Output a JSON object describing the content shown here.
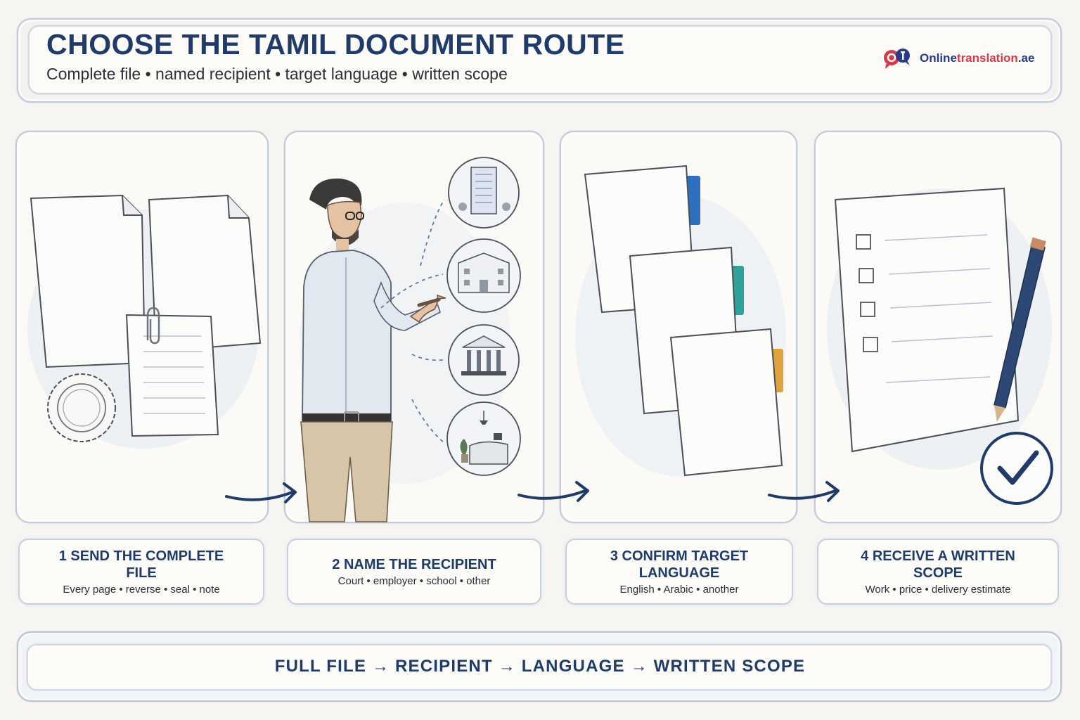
{
  "header": {
    "title": "CHOOSE THE TAMIL DOCUMENT ROUTE",
    "subtitle": "Complete file • named recipient • target language • written scope",
    "brand_prefix": "Online",
    "brand_accent": "translation",
    "brand_suffix": ".ae"
  },
  "steps": [
    {
      "title": "1 SEND THE COMPLETE FILE",
      "detail": "Every page • reverse • seal • note"
    },
    {
      "title": "2 NAME THE RECIPIENT",
      "detail": "Court • employer • school • other"
    },
    {
      "title": "3 CONFIRM TARGET LANGUAGE",
      "detail": "English • Arabic • another"
    },
    {
      "title": "4 RECEIVE A WRITTEN SCOPE",
      "detail": "Work • price • delivery estimate"
    }
  ],
  "footer": {
    "summary": "FULL FILE → RECIPIENT → LANGUAGE → WRITTEN SCOPE"
  },
  "icons": {
    "panel_1": [
      "document-icon",
      "document-icon",
      "note-icon",
      "paperclip-icon",
      "seal-icon"
    ],
    "panel_2": [
      "person-pointing-illustration",
      "office-building-icon",
      "school-icon",
      "courthouse-icon",
      "reception-desk-icon"
    ],
    "panel_3": [
      "language-document-icon",
      "language-document-icon",
      "language-document-icon"
    ],
    "panel_4": [
      "checklist-icon",
      "pencil-icon",
      "check-circle-icon"
    ]
  },
  "colors": {
    "accent_navy": "#1e3b6a",
    "tab_blue": "#2f6fbf",
    "tab_teal": "#2fa39a",
    "tab_orange": "#e0a23a",
    "brand_red": "#d43a4a"
  }
}
